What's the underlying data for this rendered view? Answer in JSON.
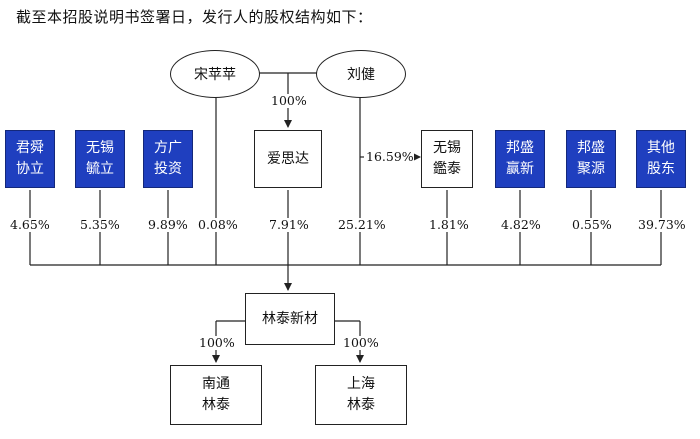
{
  "intro": "截至本招股说明书签署日，发行人的股权结构如下：",
  "people": {
    "left": "宋苹苹",
    "right": "刘健"
  },
  "mid": {
    "line1": "爱思达",
    "pct_parent": "100%"
  },
  "wuxi_jian": {
    "line1": "无锡",
    "line2": "鑑泰",
    "pct_control": "16.59%"
  },
  "holders": [
    {
      "line1": "君舜",
      "line2": "协立",
      "pct": "4.65%"
    },
    {
      "line1": "无锡",
      "line2": "毓立",
      "pct": "5.35%"
    },
    {
      "line1": "方广",
      "line2": "投资",
      "pct": "9.89%"
    },
    {
      "pct": "0.08%"
    },
    {
      "pct": "7.91%"
    },
    {
      "pct": "25.21%"
    },
    {
      "pct": "1.81%"
    },
    {
      "line1": "邦盛",
      "line2": "赢新",
      "pct": "4.82%"
    },
    {
      "line1": "邦盛",
      "line2": "聚源",
      "pct": "0.55%"
    },
    {
      "line1": "其他",
      "line2": "股东",
      "pct": "39.73%"
    }
  ],
  "company": {
    "name": "林泰新材"
  },
  "subsidiaries": [
    {
      "line1": "南通",
      "line2": "林泰",
      "pct": "100%"
    },
    {
      "line1": "上海",
      "line2": "林泰",
      "pct": "100%"
    }
  ],
  "colors": {
    "blue_box": "#1f3fbf"
  }
}
